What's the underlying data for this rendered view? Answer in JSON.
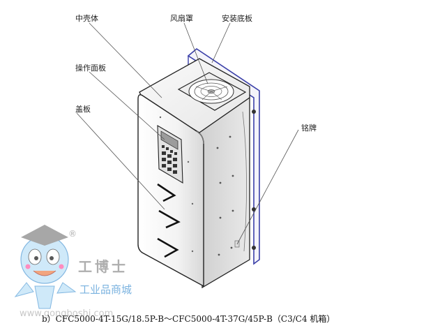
{
  "labels": {
    "middle_shell": "中壳体",
    "fan_cover": "风扇罩",
    "mounting_plate": "安装底板",
    "operation_panel": "操作面板",
    "cover_plate": "盖板",
    "nameplate": "铭牌"
  },
  "caption": "b）CFC5000-4T-15G/18.5P-B～CFC5000-4T-37G/45P-B（C3/C4 机箱）",
  "watermark": {
    "brand_chars": "工博士",
    "registered": "®",
    "subtitle": "工业品商城",
    "url": "www.gongboshi.com"
  },
  "colors": {
    "outline": "#222222",
    "mount_plate": "#3a3fa8",
    "watermark_blue": "#5aa0d8",
    "watermark_grey": "#9a9a9a"
  }
}
